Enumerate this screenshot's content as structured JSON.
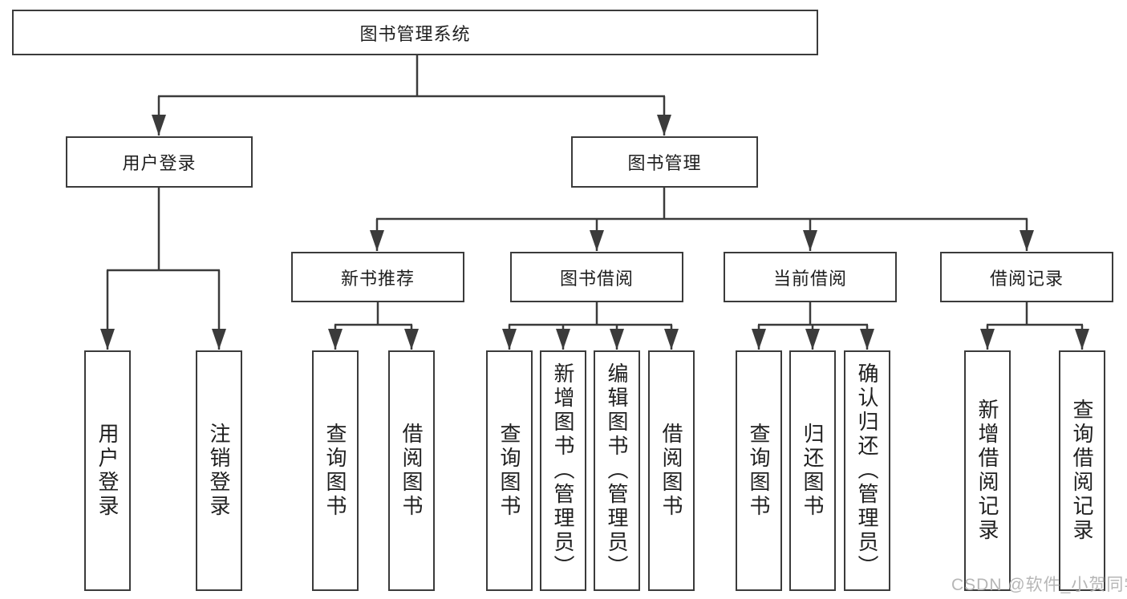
{
  "root": {
    "label": "图书管理系统"
  },
  "branches": {
    "user_login": {
      "label": "用户登录",
      "children": [
        {
          "label": "用户登录"
        },
        {
          "label": "注销登录"
        }
      ]
    },
    "book_management": {
      "label": "图书管理",
      "sections": [
        {
          "label": "新书推荐",
          "children": [
            {
              "label": "查询图书"
            },
            {
              "label": "借阅图书"
            }
          ]
        },
        {
          "label": "图书借阅",
          "children": [
            {
              "label": "查询图书"
            },
            {
              "label": "新增图书（管理员）"
            },
            {
              "label": "编辑图书（管理员）"
            },
            {
              "label": "借阅图书"
            }
          ]
        },
        {
          "label": "当前借阅",
          "children": [
            {
              "label": "查询图书"
            },
            {
              "label": "归还图书"
            },
            {
              "label": "确认归还（管理员）"
            }
          ]
        },
        {
          "label": "借阅记录",
          "children": [
            {
              "label": "新增借阅记录"
            },
            {
              "label": "查询借阅记录"
            }
          ]
        }
      ]
    }
  },
  "watermark": {
    "text": "CSDN @软件_小贺同学"
  },
  "colors": {
    "line": "#3b3b3b",
    "text": "#1f1f1f",
    "box_background": "#ffffff",
    "page_background": "#ffffff",
    "watermark": "#b6b6b6"
  }
}
